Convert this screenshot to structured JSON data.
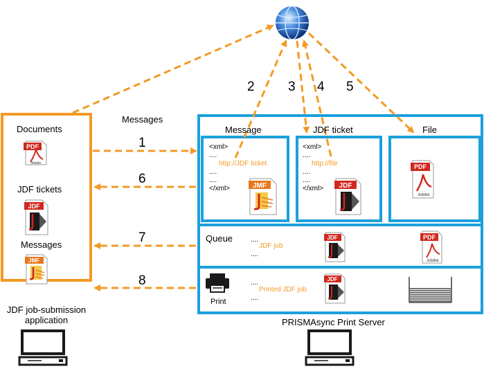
{
  "left_app": {
    "sections": [
      "Documents",
      "JDF tickets",
      "Messages"
    ],
    "caption": "JDF job-submission\napplication"
  },
  "messages_label": "Messages",
  "server": {
    "caption": "PRISMAsync Print Server",
    "boxes": {
      "message": {
        "title": "Message",
        "code": "<xml>\n....\n\n....\n....\n</xml>",
        "link": "http://JDF ticket"
      },
      "jdf_ticket": {
        "title": "JDF ticket",
        "code": "<xml>\n....\n\n....\n....\n</xml>",
        "link": "http://file"
      },
      "file": {
        "title": "File"
      }
    },
    "queue": {
      "label": "Queue",
      "dots_top": "....",
      "job": "JDF job",
      "dots_bottom": "...."
    },
    "print": {
      "label": "Print",
      "dots_top": "....",
      "job": "Printed JDF job",
      "dots_bottom": "...."
    }
  },
  "steps": [
    "1",
    "2",
    "3",
    "4",
    "5",
    "6",
    "7",
    "8"
  ],
  "icons": {
    "pdf": "PDF",
    "adobe": "Adobe",
    "jdf": "JDF",
    "jmf": "JMF",
    "names": [
      "globe-icon",
      "pdf-document-icon",
      "jdf-document-icon",
      "jmf-document-icon",
      "printer-icon",
      "computer-icon",
      "paper-stack-icon"
    ]
  },
  "colors": {
    "orange": "#f39a25",
    "blue": "#1ca0dc",
    "pdf_red": "#d0281e",
    "dark": "#1a1a1a"
  }
}
